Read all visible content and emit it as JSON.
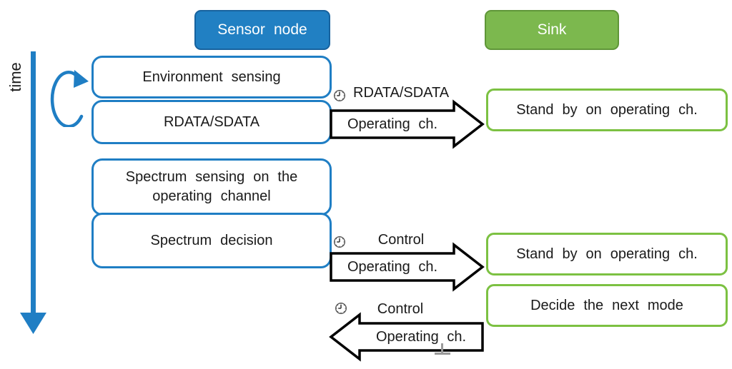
{
  "colors": {
    "blue_outline": "#1F7EC4",
    "blue_fill": "#2180C3",
    "blue_border": "#17629E",
    "green_outline": "#7CC142",
    "green_fill": "#7CB84E",
    "green_border": "#5F9638",
    "arrow_stroke": "#000000",
    "handle_gray": "#9A9A9A"
  },
  "timeline": {
    "label": "time"
  },
  "headers": {
    "sensor": "Sensor node",
    "sink": "Sink"
  },
  "sensor_steps": [
    {
      "label": "Environment sensing"
    },
    {
      "label": "RDATA/SDATA"
    },
    {
      "label": "Spectrum sensing on the operating channel"
    },
    {
      "label": "Spectrum decision"
    }
  ],
  "sink_steps": [
    {
      "label": "Stand by on operating ch."
    },
    {
      "label": "Stand by on operating ch."
    },
    {
      "label": "Decide the next mode"
    }
  ],
  "messages": [
    {
      "direction": "right",
      "top_label": "RDATA/SDATA",
      "body_label": "Operating ch.",
      "icon": "clock"
    },
    {
      "direction": "right",
      "top_label": "Control",
      "body_label": "Operating ch.",
      "icon": "clock"
    },
    {
      "direction": "left",
      "top_label": "Control",
      "body_label": "Operating ch.",
      "icon": "clock"
    }
  ],
  "icons": {
    "loop": "repeat-loop",
    "clock": "delay-clock",
    "time_axis": "time-arrow-down"
  }
}
